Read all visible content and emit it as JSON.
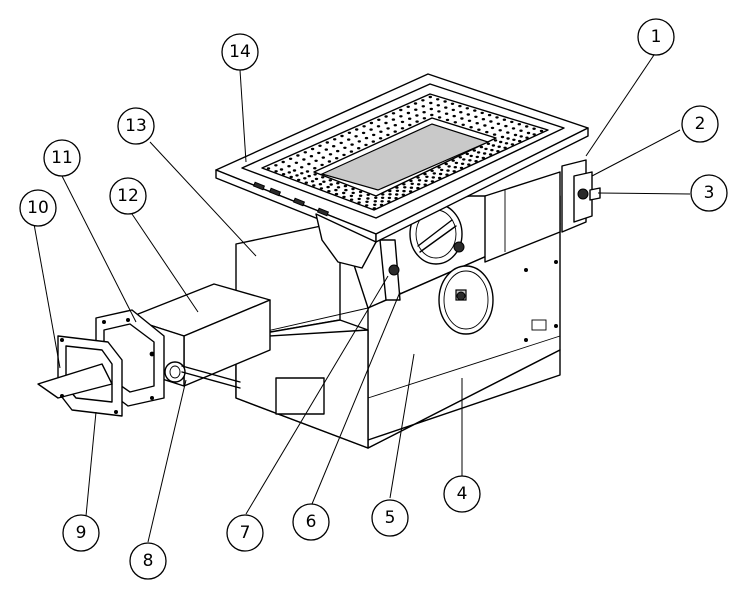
{
  "balloons": [
    {
      "id": "1",
      "label": "1"
    },
    {
      "id": "2",
      "label": "2"
    },
    {
      "id": "3",
      "label": "3"
    },
    {
      "id": "4",
      "label": "4"
    },
    {
      "id": "5",
      "label": "5"
    },
    {
      "id": "6",
      "label": "6"
    },
    {
      "id": "7",
      "label": "7"
    },
    {
      "id": "8",
      "label": "8"
    },
    {
      "id": "9",
      "label": "9"
    },
    {
      "id": "10",
      "label": "10"
    },
    {
      "id": "11",
      "label": "11"
    },
    {
      "id": "12",
      "label": "12"
    },
    {
      "id": "13",
      "label": "13"
    },
    {
      "id": "14",
      "label": "14"
    }
  ]
}
